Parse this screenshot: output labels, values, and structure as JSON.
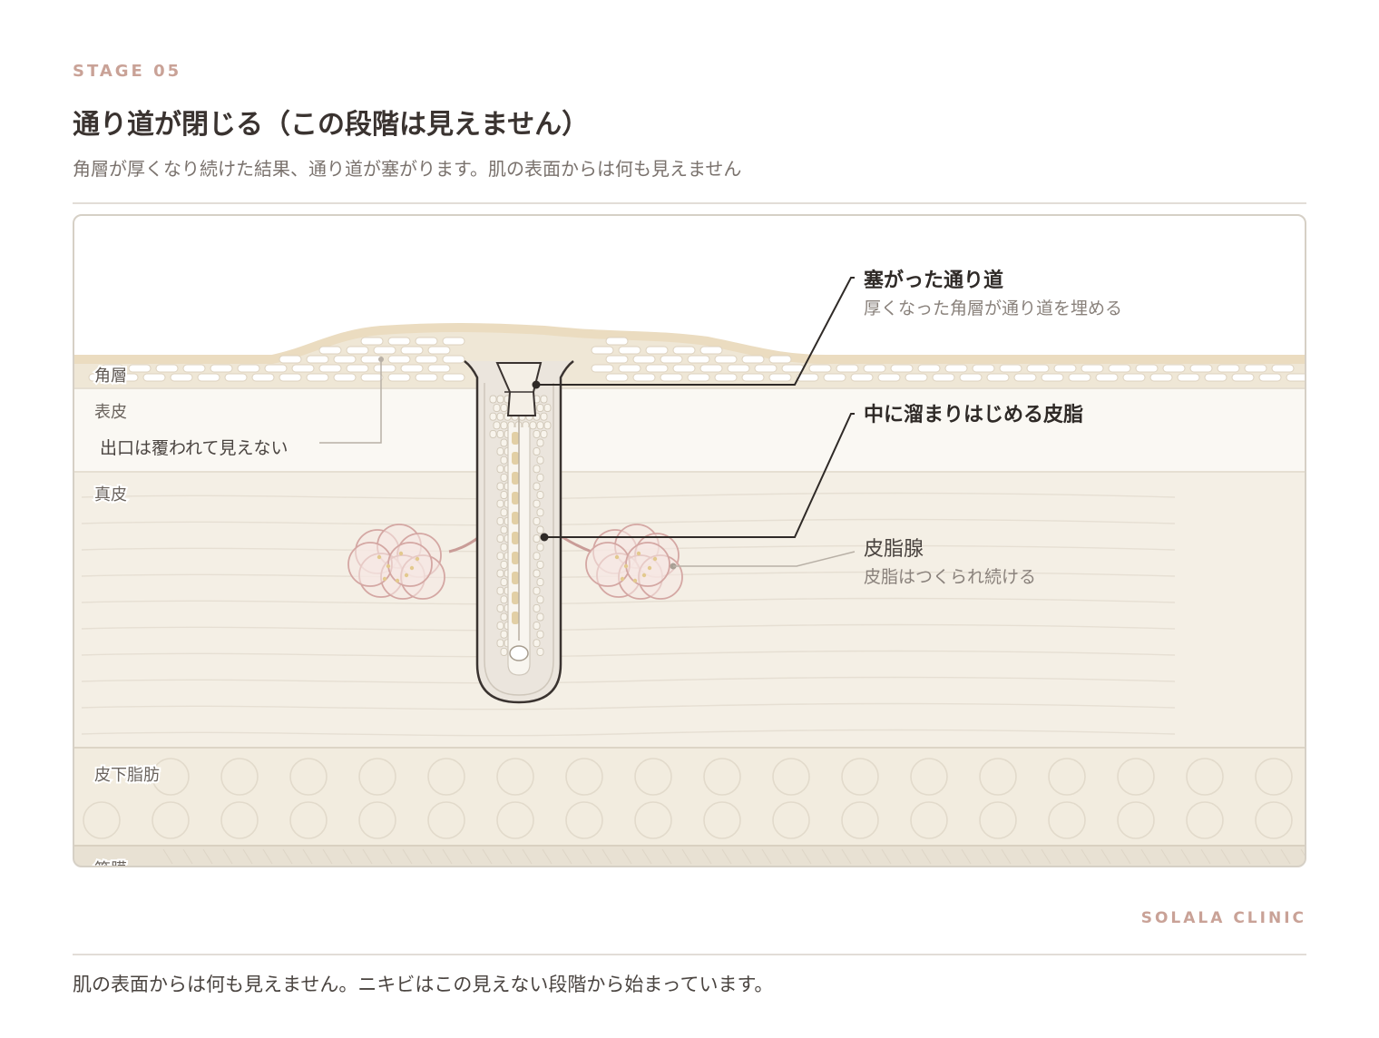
{
  "stage_label": "STAGE 05",
  "title": "通り道が閉じる（この段階は見えません）",
  "subtitle": "角層が厚くなり続けた結果、通り道が塞がります。肌の表面からは何も見えません",
  "layers": {
    "stratum_corneum": "角層",
    "epidermis": "表皮",
    "dermis": "真皮",
    "subcutaneous": "皮下脂肪",
    "fascia": "筋膜"
  },
  "callouts": {
    "exit": "出口は覆われて見えない",
    "blocked_title": "塞がった通り道",
    "blocked_desc": "厚くなった角層が通り道を埋める",
    "sebum_title": "中に溜まりはじめる皮脂",
    "gland_title": "皮脂腺",
    "gland_desc": "皮脂はつくられ続ける"
  },
  "brand": "SOLALA CLINIC",
  "footer": "肌の表面からは何も見えません。ニキビはこの見えない段階から始まっています。",
  "colors": {
    "accent": "#c9a297",
    "corneum": "#ece3d2",
    "epidermis": "#faf8f3",
    "dermis": "#f4efe5",
    "fat": "#f2ecdf",
    "gland": "#d4a7a3",
    "line": "#3a3330"
  }
}
